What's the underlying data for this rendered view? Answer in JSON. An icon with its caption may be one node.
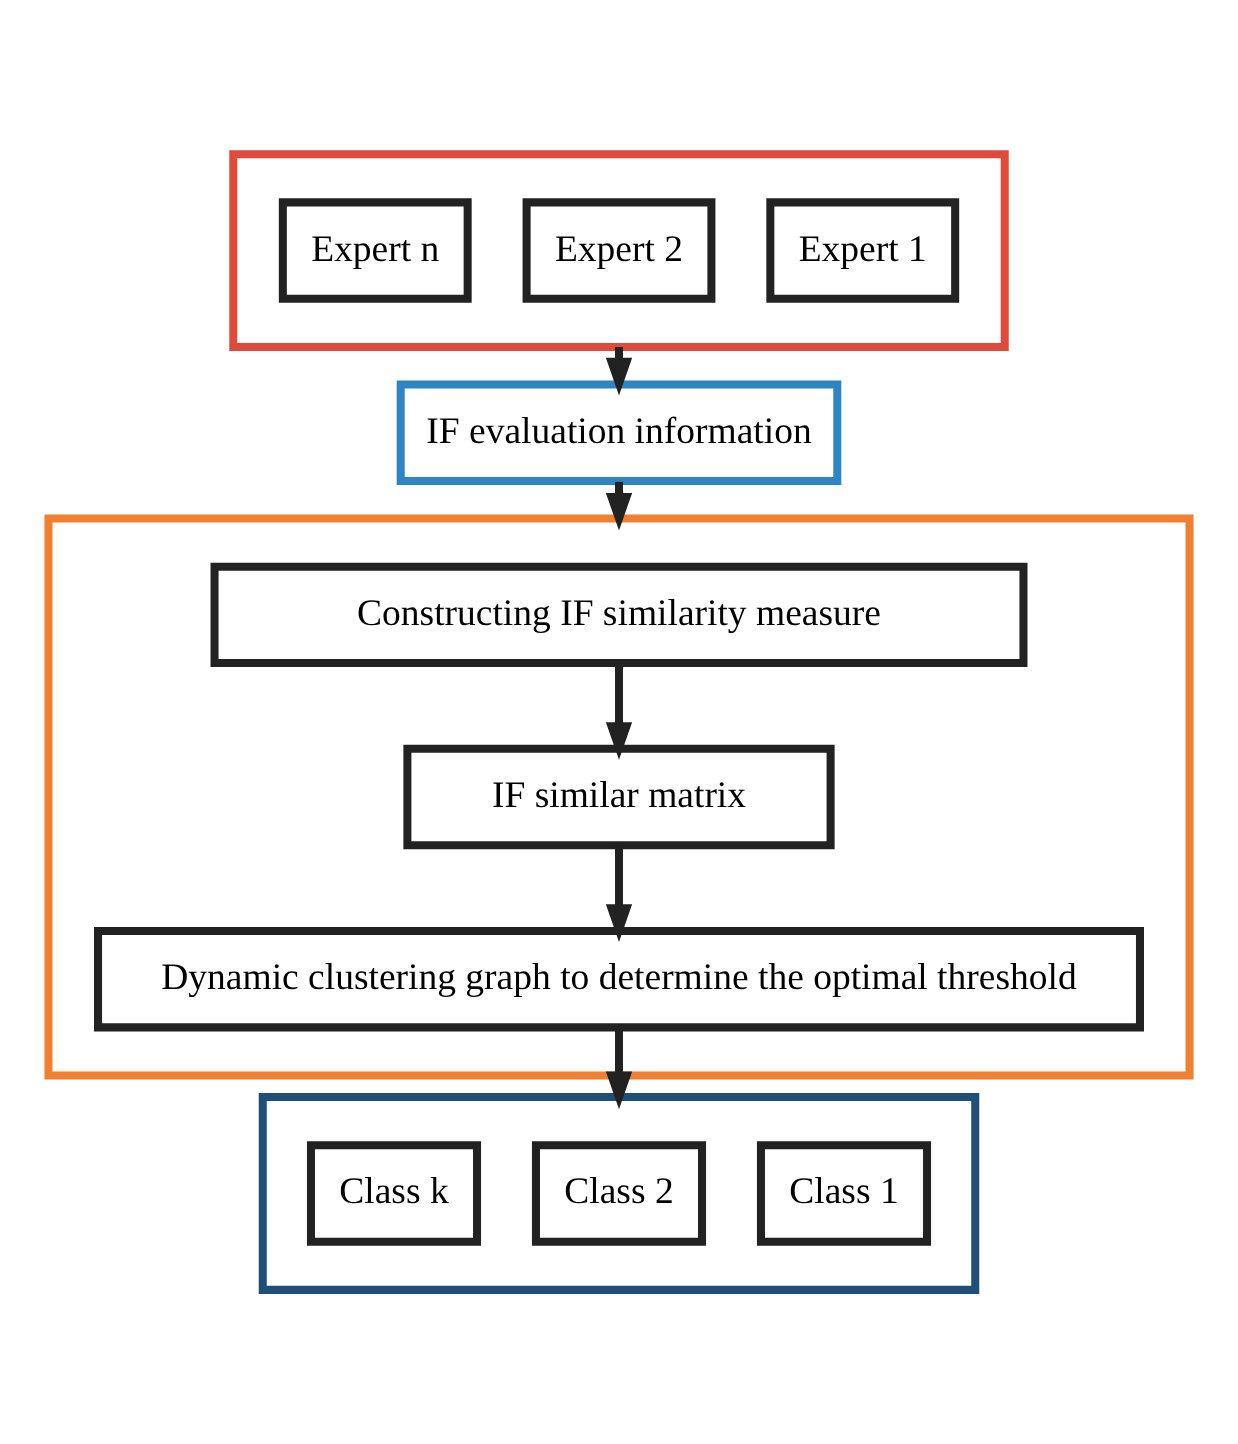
{
  "diagram": {
    "nodes": [
      {
        "text": [],
        "shape": "box"
      },
      {
        "text": [
          "Expert 1"
        ],
        "in": 0
      },
      {
        "text": [
          "Expert 2"
        ],
        "in": 0
      },
      {
        "text": [
          "Expert n"
        ],
        "in": 0
      },
      {
        "text": [
          "IF evaluation information"
        ]
      },
      {
        "text": [],
        "shape": "box"
      },
      {
        "text": [
          "Constructing IF similarity measure"
        ],
        "in": 5
      },
      {
        "text": [
          "IF similar matrix"
        ],
        "in": 5
      },
      {
        "text": [
          "Dynamic clustering graph to determine the optimal threshold"
        ],
        "in": 5
      },
      {
        "text": [],
        "shape": "box"
      },
      {
        "text": [
          "Class 1"
        ],
        "in": 9
      },
      {
        "text": [
          "Class 2"
        ],
        "in": 9
      },
      {
        "text": [
          "Class k"
        ],
        "in": 9
      }
    ],
    "edges": [
      {
        "from": 0,
        "to": 4,
        "arrow": "to"
      },
      {
        "from": 4,
        "to": 5,
        "arrow": "to"
      },
      {
        "from": 6,
        "to": 7,
        "arrow": "to"
      },
      {
        "from": 7,
        "to": 8,
        "arrow": "to"
      },
      {
        "from": 8,
        "to": 9,
        "arrow": "to"
      }
    ]
  }
}
